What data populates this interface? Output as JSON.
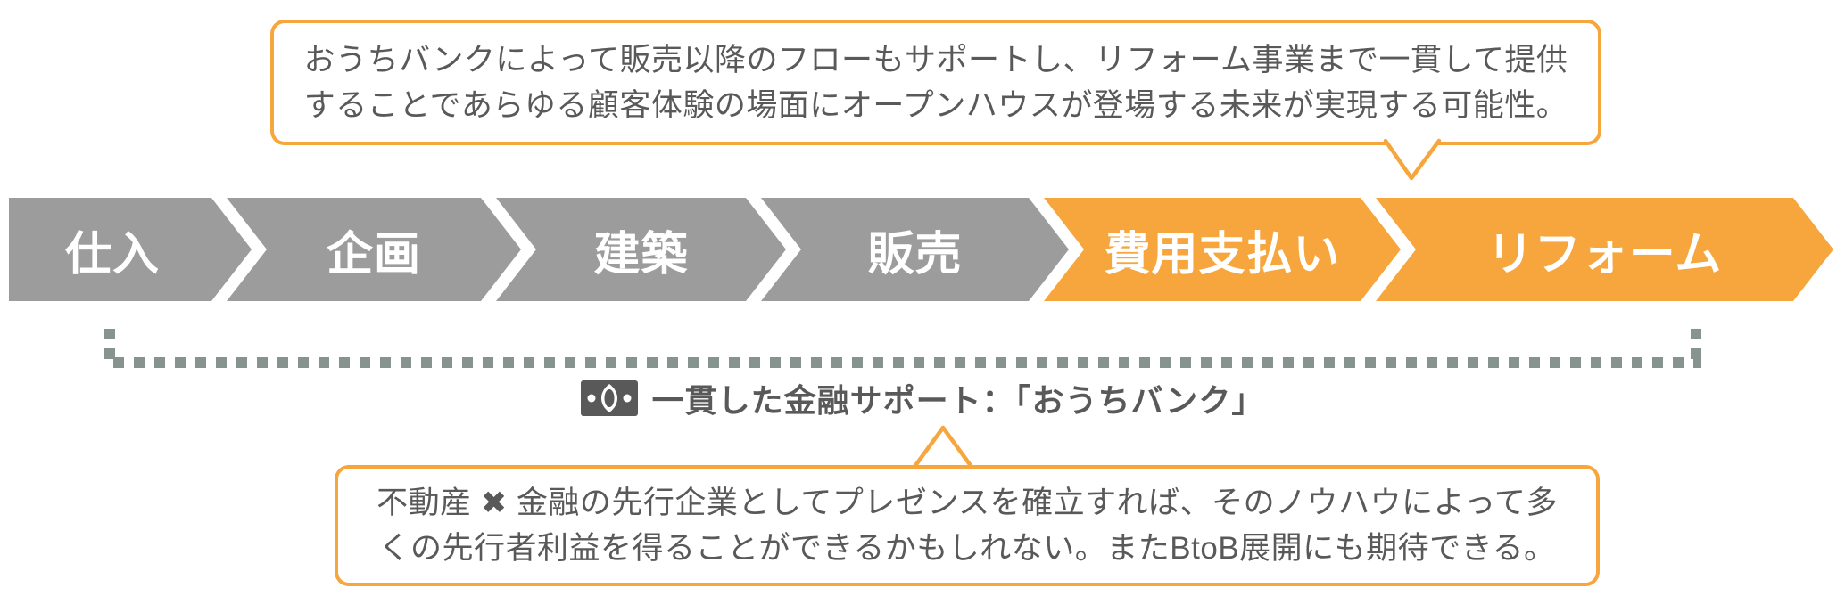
{
  "top_callout": {
    "line1": "おうちバンクによって販売以降のフローもサポートし、リフォーム事業まで一貫して提供",
    "line2": "することであらゆる顧客体験の場面にオープンハウスが登場する未来が実現する可能性。"
  },
  "process_flow": {
    "steps": [
      {
        "label": "仕入",
        "state": "normal"
      },
      {
        "label": "企画",
        "state": "normal"
      },
      {
        "label": "建築",
        "state": "normal"
      },
      {
        "label": "販売",
        "state": "normal"
      },
      {
        "label": "費用支払い",
        "state": "highlighted"
      },
      {
        "label": "リフォーム",
        "state": "highlighted"
      }
    ]
  },
  "support": {
    "icon": "banknote-icon",
    "text": "一貫した金融サポート：「おうちバンク」"
  },
  "bottom_callout": {
    "line1": "不動産 ✖ 金融の先行企業としてプレゼンスを確立すれば、そのノウハウによって多",
    "line2": "くの先行者利益を得ることができるかもしれない。またBtoB展開にも期待できる。"
  },
  "colors": {
    "accent_orange": "#F6A63C",
    "step_gray": "#9C9C9C",
    "text_gray": "#595959",
    "dot_gray": "#87938E",
    "bg_white": "#FFFFFF"
  }
}
